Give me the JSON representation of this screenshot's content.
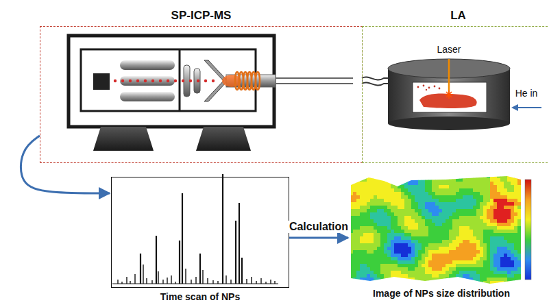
{
  "diagram": {
    "nodes": [
      {
        "text": [
          "SP-ICP-MS"
        ]
      },
      {
        "text": [
          "LA"
        ]
      },
      {
        "text": [
          "Time scan of NPs"
        ]
      },
      {
        "text": [
          "Image of NPs size distribution"
        ]
      }
    ],
    "edges": [
      {
        "from": 0,
        "to": 2,
        "arrow": "to"
      },
      {
        "from": 2,
        "to": 3,
        "label": "Calculation",
        "arrow": "to"
      },
      {
        "from": 1,
        "to": 0,
        "arrow": "none"
      }
    ],
    "labels": [
      "Laser",
      "He in"
    ]
  }
}
